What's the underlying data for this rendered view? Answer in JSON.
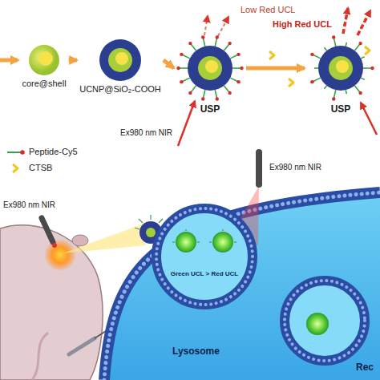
{
  "diagram": {
    "nodes": [
      {
        "text": [
          "core@shell"
        ]
      },
      {
        "text": [
          "UCNP@SiO₂-COOH"
        ]
      },
      {
        "text": [
          "USP"
        ]
      },
      {
        "text": [
          "USP"
        ]
      }
    ],
    "edges": [
      {
        "from": 0,
        "to": 1,
        "arrow": "to"
      },
      {
        "from": 1,
        "to": 2,
        "arrow": "to"
      },
      {
        "from": 2,
        "to": 3,
        "arrow": "to"
      }
    ],
    "labels": [
      "Low Red UCL",
      "High Red UCL",
      "Ex980 nm NIR",
      "Ex980 nm NIR",
      "Ex980 nm NIR",
      "Green UCL > Red UCL",
      "Lysosome",
      "Rec"
    ],
    "legend": [
      {
        "text": "Peptide-Cy5"
      },
      {
        "text": "CTSB"
      }
    ]
  }
}
